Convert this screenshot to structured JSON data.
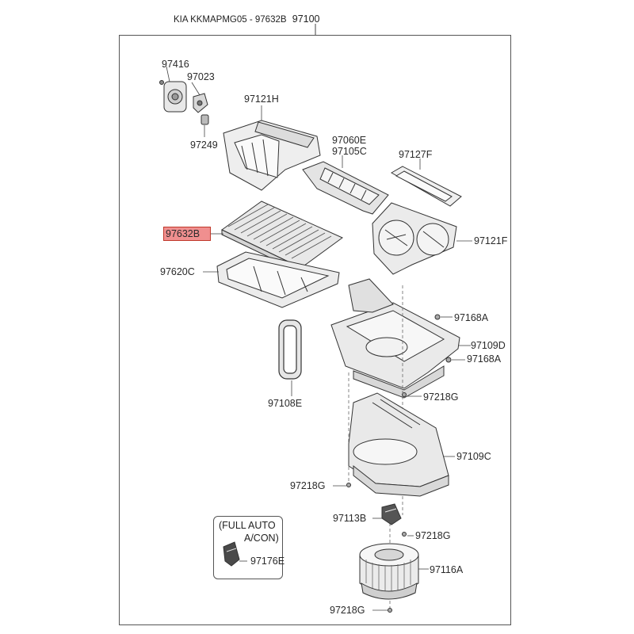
{
  "header": {
    "model_text": "KIA KKMAPMG05 - 97632B",
    "main_part": "97100"
  },
  "highlight": {
    "part": "97632B",
    "color": "#f08f8f",
    "border_color": "#c0392b"
  },
  "labels": {
    "p97416": "97416",
    "p97023": "97023",
    "p97249": "97249",
    "p97121H": "97121H",
    "p97060E": "97060E",
    "p97105C": "97105C",
    "p97127F": "97127F",
    "p97121F": "97121F",
    "p97620C": "97620C",
    "p97168A_1": "97168A",
    "p97109D": "97109D",
    "p97168A_2": "97168A",
    "p97108E": "97108E",
    "p97218G_1": "97218G",
    "p97109C": "97109C",
    "p97218G_2": "97218G",
    "p97113B": "97113B",
    "p97218G_3": "97218G",
    "p97116A": "97116A",
    "p97218G_4": "97218G",
    "p97176E": "97176E"
  },
  "note": {
    "line1": "(FULL AUTO",
    "line2": "A/CON)"
  }
}
